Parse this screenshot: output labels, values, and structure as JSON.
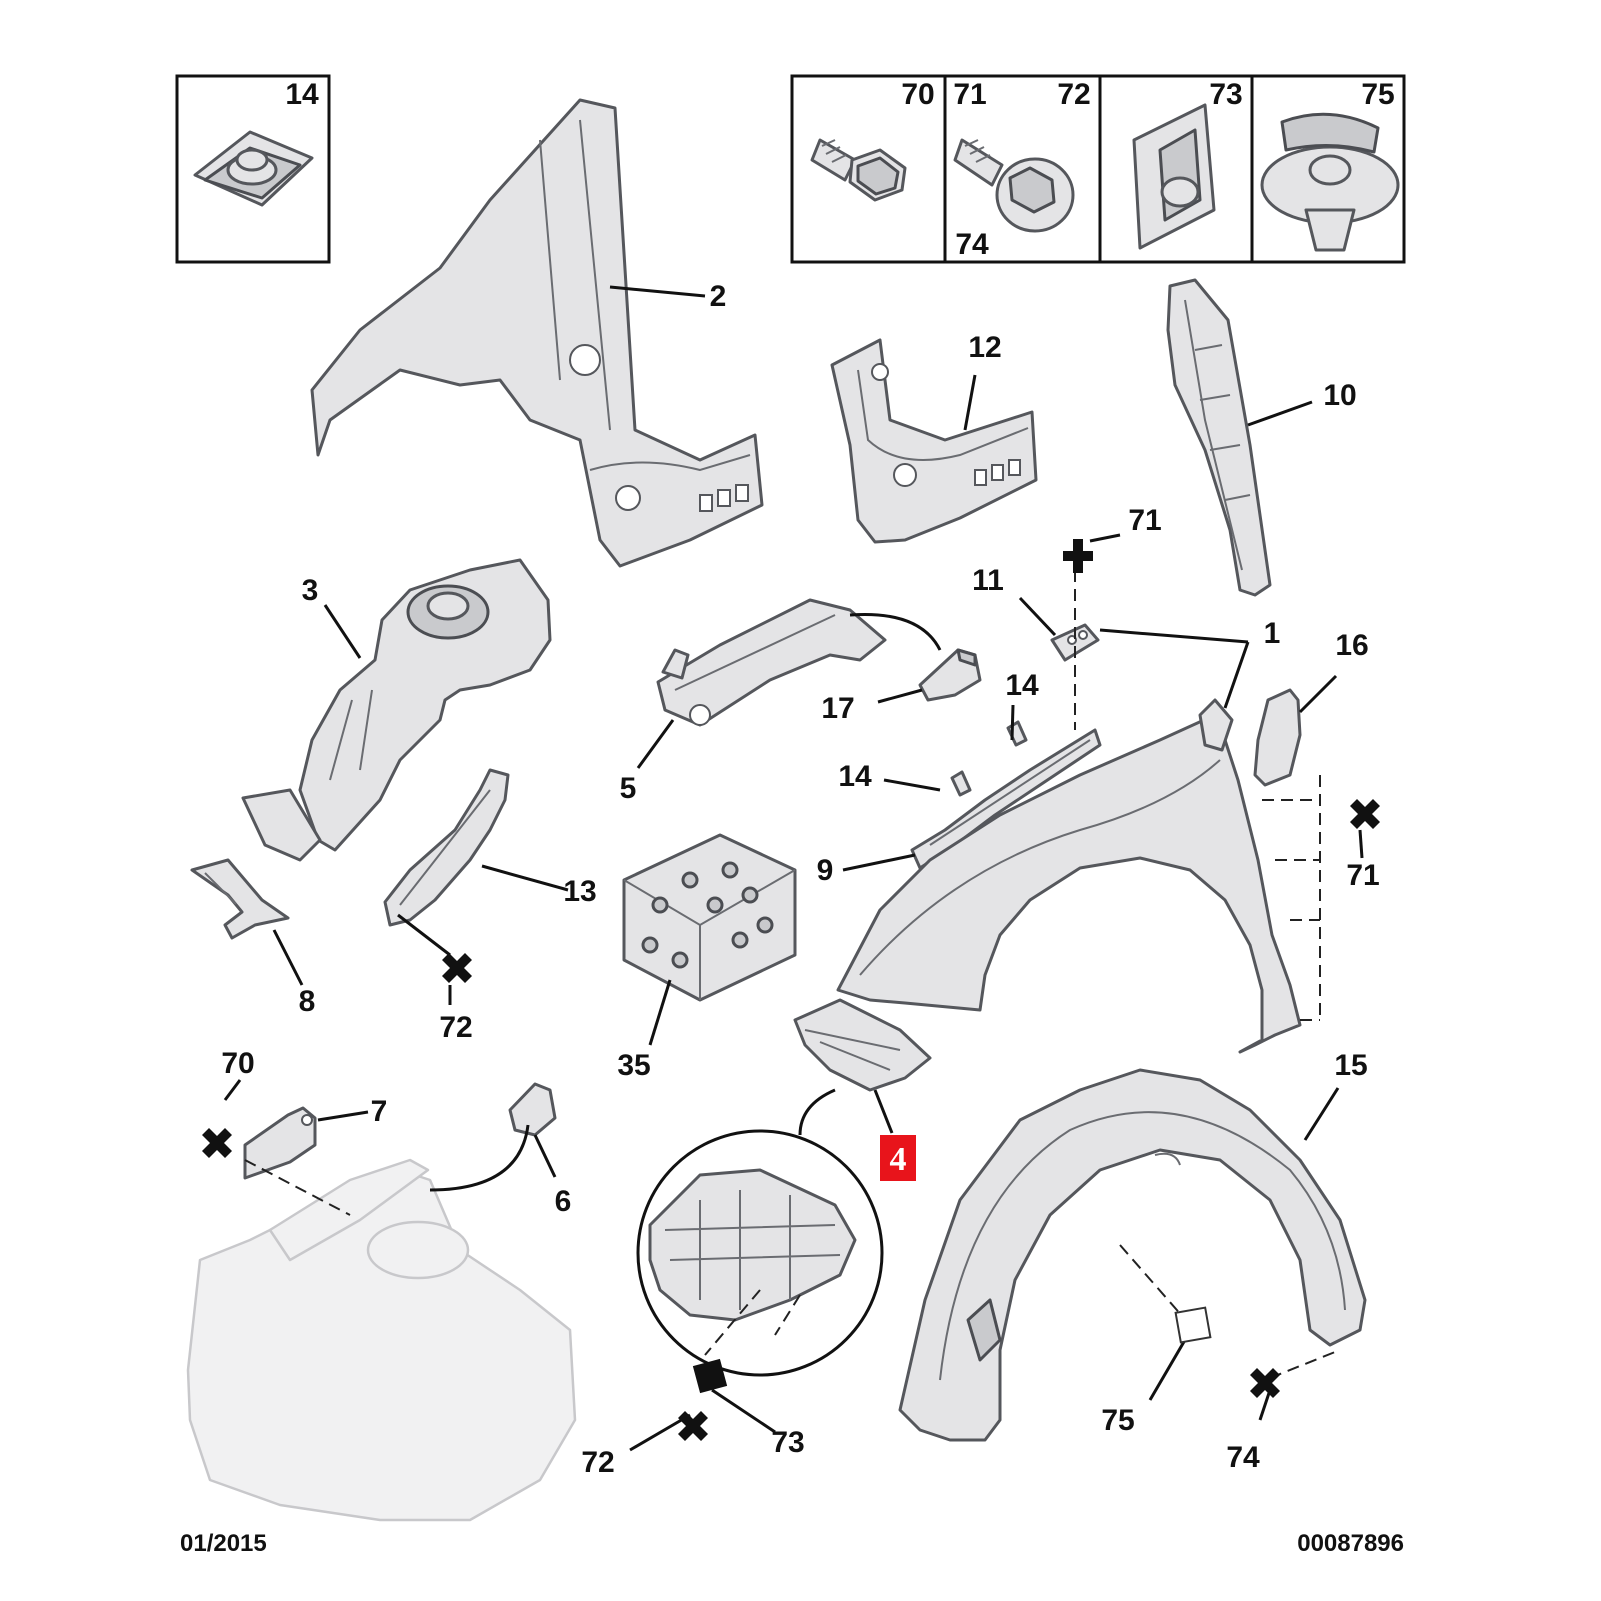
{
  "inset_labels": {
    "inset_14": "14",
    "inset_70": "70",
    "inset_71": "71",
    "inset_72": "72",
    "inset_74": "74",
    "inset_73": "73",
    "inset_75": "75"
  },
  "callouts": {
    "c2": "2",
    "c12": "12",
    "c10": "10",
    "c3": "3",
    "c11": "11",
    "c71_top": "71",
    "c1": "1",
    "c16": "16",
    "c17": "17",
    "c14_a": "14",
    "c14_b": "14",
    "c5": "5",
    "c9": "9",
    "c71_right": "71",
    "c13": "13",
    "c8": "8",
    "c72_left": "72",
    "c35": "35",
    "c70": "70",
    "c7": "7",
    "c6": "6",
    "c4": "4",
    "c15": "15",
    "c75": "75",
    "c74": "74",
    "c72_bottom": "72",
    "c73": "73"
  },
  "footer": {
    "date": "01/2015",
    "reference": "00087896"
  },
  "colors": {
    "highlight": "#e8141b",
    "ink": "#111111",
    "part_fill": "#e4e4e6"
  }
}
